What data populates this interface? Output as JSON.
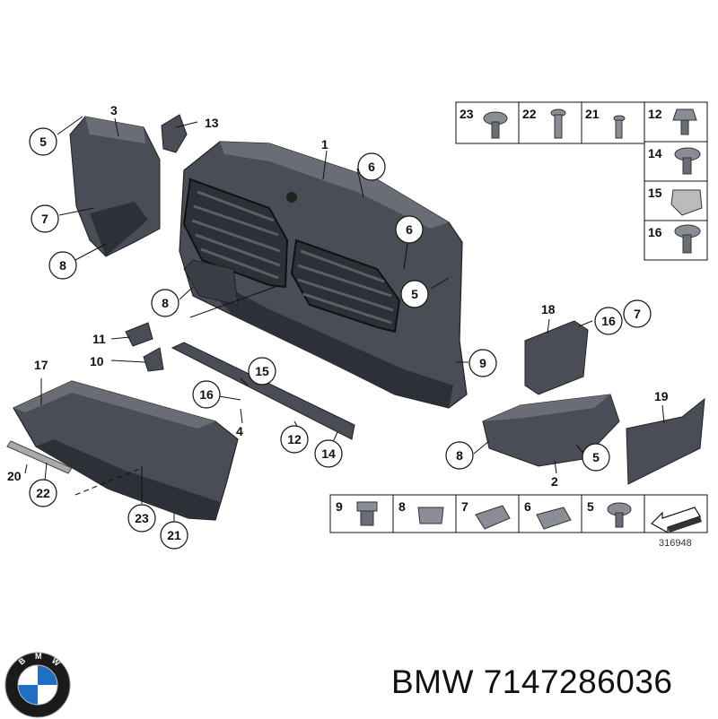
{
  "caption": {
    "brand": "BMW",
    "part_number": "7147286036"
  },
  "logo": {
    "letters": "BMW",
    "colors": {
      "ring": "#1a1a1a",
      "blue": "#1f6fc4",
      "white": "#ffffff"
    }
  },
  "diagram": {
    "drawing_number": "316948",
    "callouts": {
      "c1": "1",
      "c2": "2",
      "c3": "3",
      "c4": "4",
      "c5a": "5",
      "c5b": "5",
      "c5c": "5",
      "c6a": "6",
      "c6b": "6",
      "c7a": "7",
      "c7b": "7",
      "c8a": "8",
      "c8b": "8",
      "c8c": "8",
      "c9": "9",
      "c10": "10",
      "c11": "11",
      "c12": "12",
      "c13": "13",
      "c14": "14",
      "c15": "15",
      "c16a": "16",
      "c16b": "16",
      "c17": "17",
      "c18": "18",
      "c19": "19",
      "c20": "20",
      "c21": "21",
      "c22": "22",
      "c23": "23"
    },
    "fastener_table_top": [
      "23",
      "22",
      "21",
      "12",
      "14",
      "15",
      "16"
    ],
    "fastener_table_bottom": [
      "9",
      "8",
      "7",
      "6",
      "5"
    ],
    "colors": {
      "part_fill": "#4a4d55",
      "part_dark": "#2e3037",
      "part_light": "#6a6d76",
      "line": "#111111"
    }
  }
}
